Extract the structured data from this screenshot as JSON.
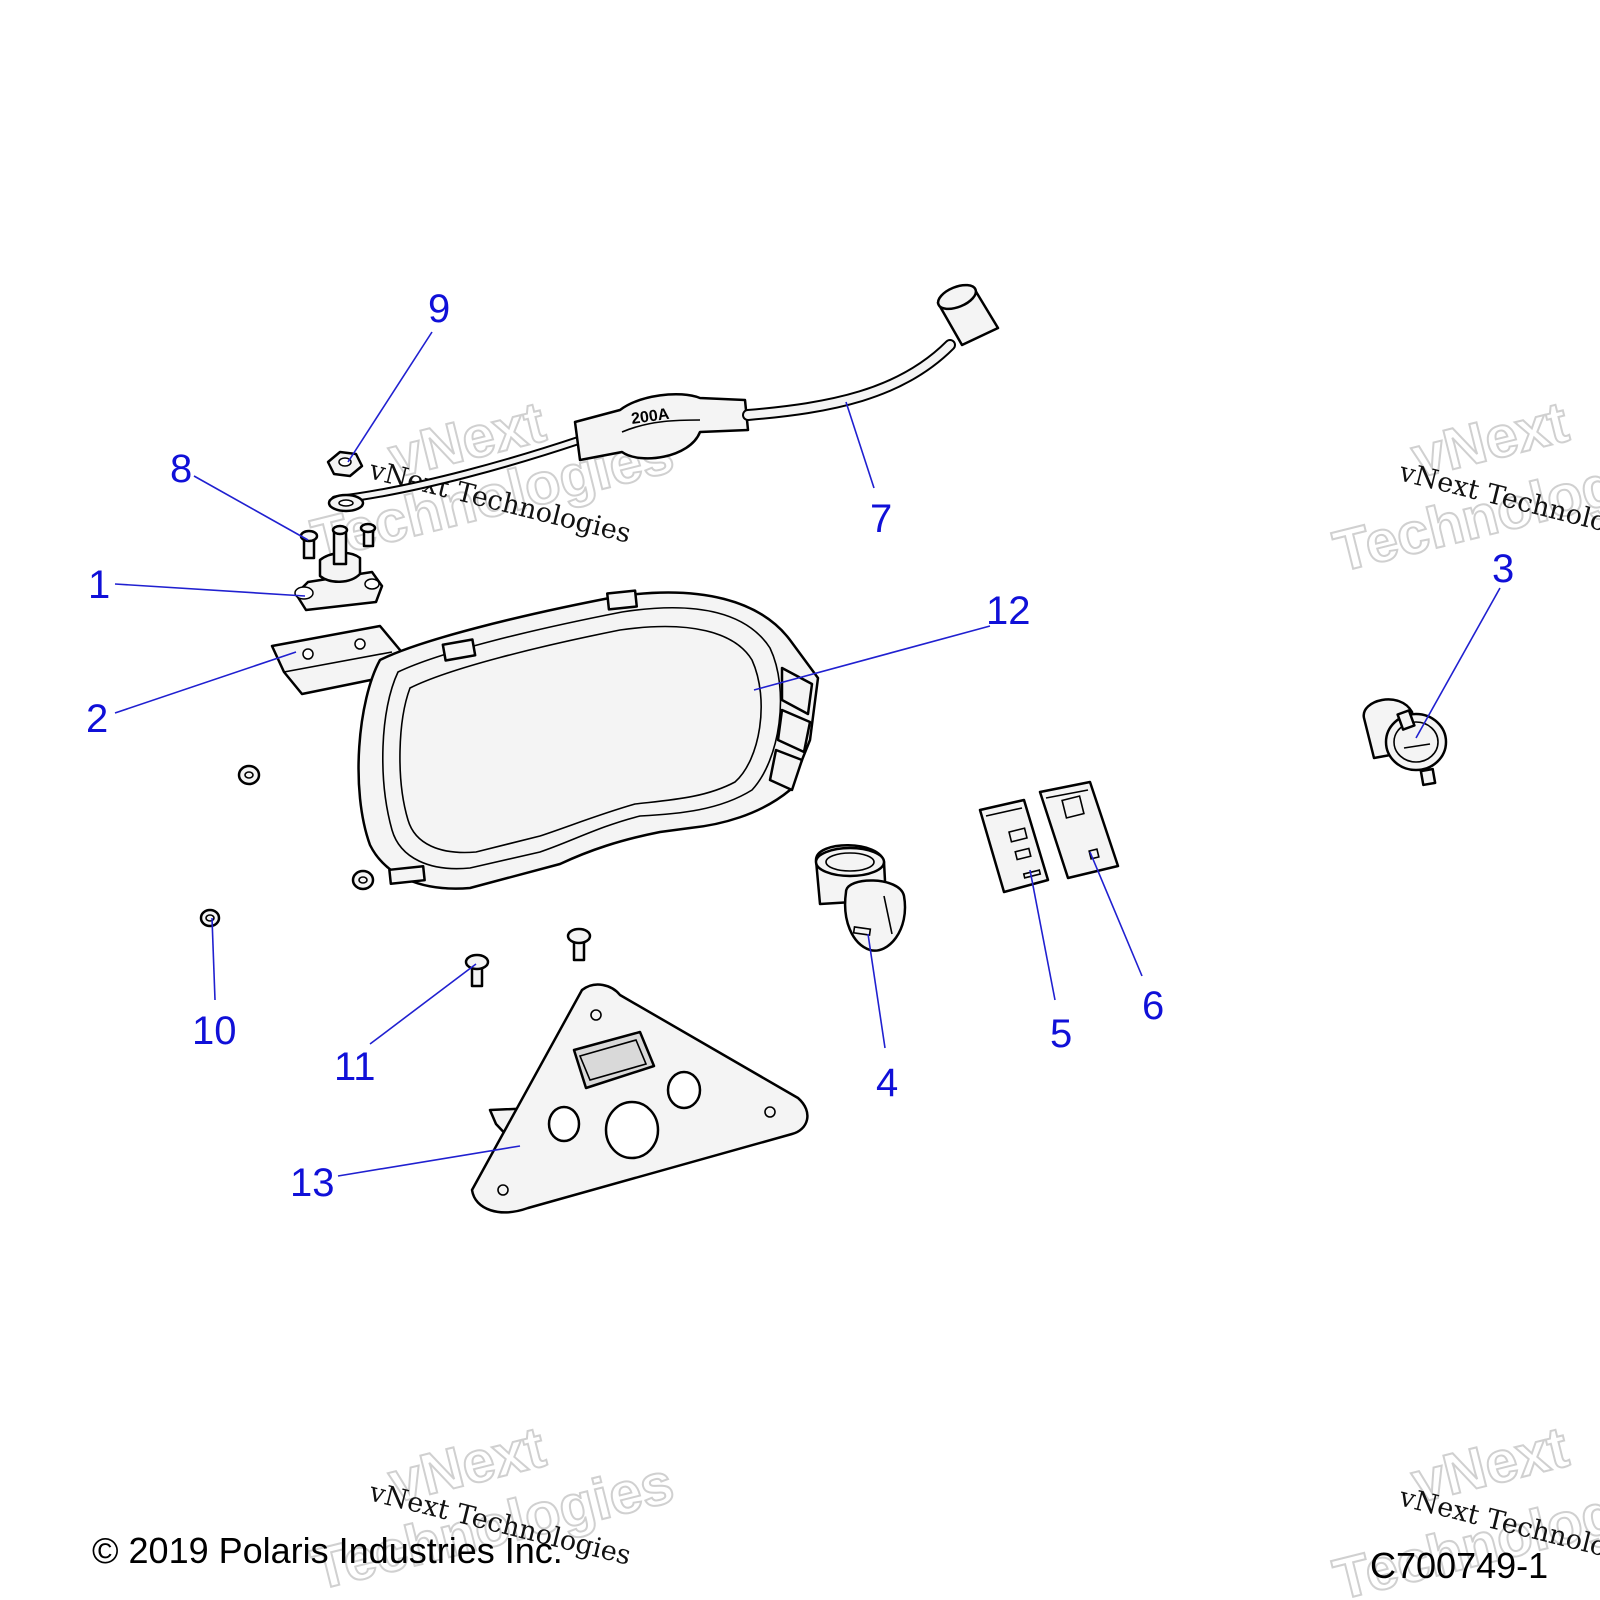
{
  "watermark": {
    "big_line1": "vNext",
    "big_line2": "Technologies",
    "small": "vNext Technologies"
  },
  "part_marking": "200A",
  "callouts": [
    "1",
    "2",
    "3",
    "4",
    "5",
    "6",
    "7",
    "8",
    "9",
    "10",
    "11",
    "12",
    "13"
  ],
  "copyright": "© 2019 Polaris Industries Inc.",
  "diagram_id": "C700749-1",
  "colors": {
    "callout": "#1010d8",
    "leader": "#2020d0",
    "line_art": "#000000"
  }
}
